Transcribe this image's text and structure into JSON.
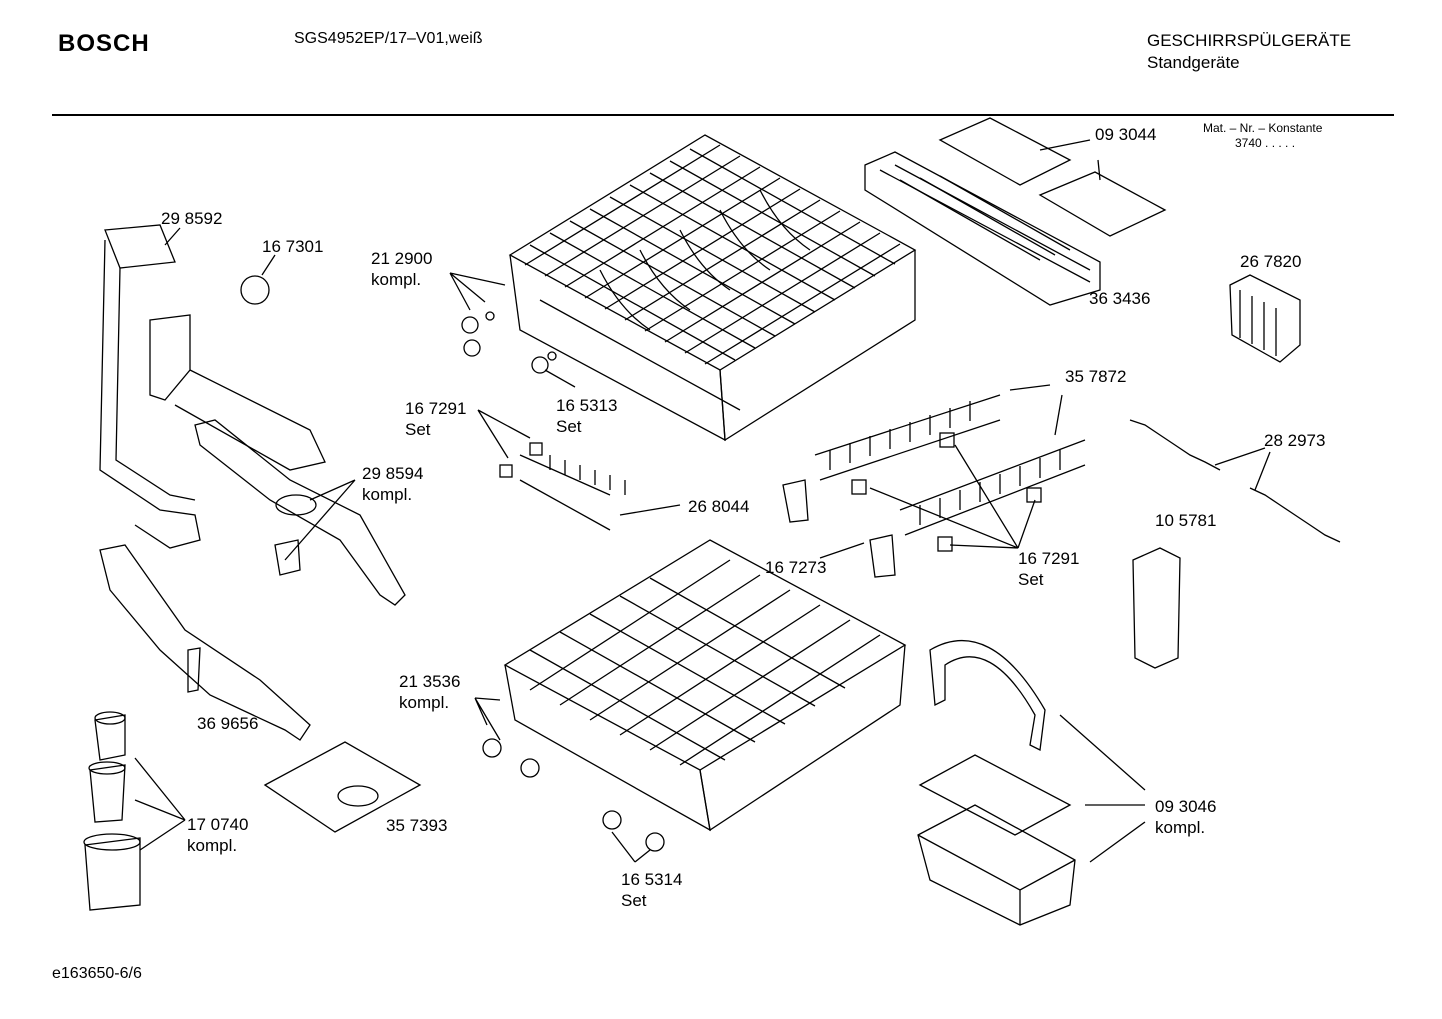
{
  "header": {
    "brand": "BOSCH",
    "model": "SGS4952EP/17–V01,weiß",
    "category": "GESCHIRRSPÜLGERÄTE",
    "subcategory": "Standgeräte",
    "matnr_label": "Mat. – Nr. – Konstante",
    "matnr_value": "3740"
  },
  "footer": {
    "code": "e163650-6/6"
  },
  "parts": {
    "p298592": {
      "num": "29 8592"
    },
    "p167301": {
      "num": "16 7301"
    },
    "p212900": {
      "num": "21 2900",
      "note": "kompl."
    },
    "p093044": {
      "num": "09 3044"
    },
    "p363436": {
      "num": "36 3436"
    },
    "p267820": {
      "num": "26 7820"
    },
    "p167291a": {
      "num": "16 7291",
      "note": "Set"
    },
    "p165313": {
      "num": "16 5313",
      "note": "Set"
    },
    "p357872": {
      "num": "35 7872"
    },
    "p282973": {
      "num": "28 2973"
    },
    "p298594": {
      "num": "29 8594",
      "note": "kompl."
    },
    "p268044": {
      "num": "26 8044"
    },
    "p105781": {
      "num": "10 5781"
    },
    "p167273": {
      "num": "16 7273"
    },
    "p167291b": {
      "num": "16 7291",
      "note": "Set"
    },
    "p213536": {
      "num": "21 3536",
      "note": "kompl."
    },
    "p369656": {
      "num": "36 9656"
    },
    "p093046": {
      "num": "09 3046",
      "note": "kompl."
    },
    "p170740": {
      "num": "17 0740",
      "note": "kompl."
    },
    "p357393": {
      "num": "35 7393"
    },
    "p165314": {
      "num": "16 5314",
      "note": "Set"
    }
  }
}
